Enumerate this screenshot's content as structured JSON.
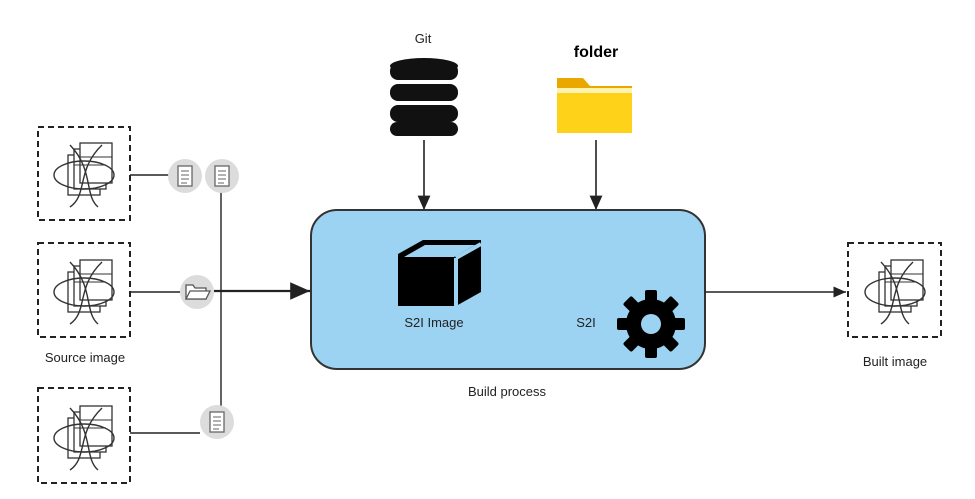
{
  "labels": {
    "git": "Git",
    "folder": "folder",
    "source_image": "Source image",
    "s2i_image": "S2I Image",
    "s2i": "S2I",
    "build_process": "Build process",
    "built_image": "Built image"
  },
  "icons": {
    "git": "database-icon",
    "folder": "folder-icon",
    "s2i_image": "cube-icon",
    "s2i": "gear-icon",
    "source_file": "document-icon",
    "source_folder": "open-folder-icon",
    "image": "layered-image-icon"
  },
  "colors": {
    "build_box_fill": "#9dd3f2",
    "build_box_stroke": "#333333",
    "folder_yellow": "#ffd21a",
    "badge_fill": "#dcdcdc",
    "line": "#222222"
  }
}
